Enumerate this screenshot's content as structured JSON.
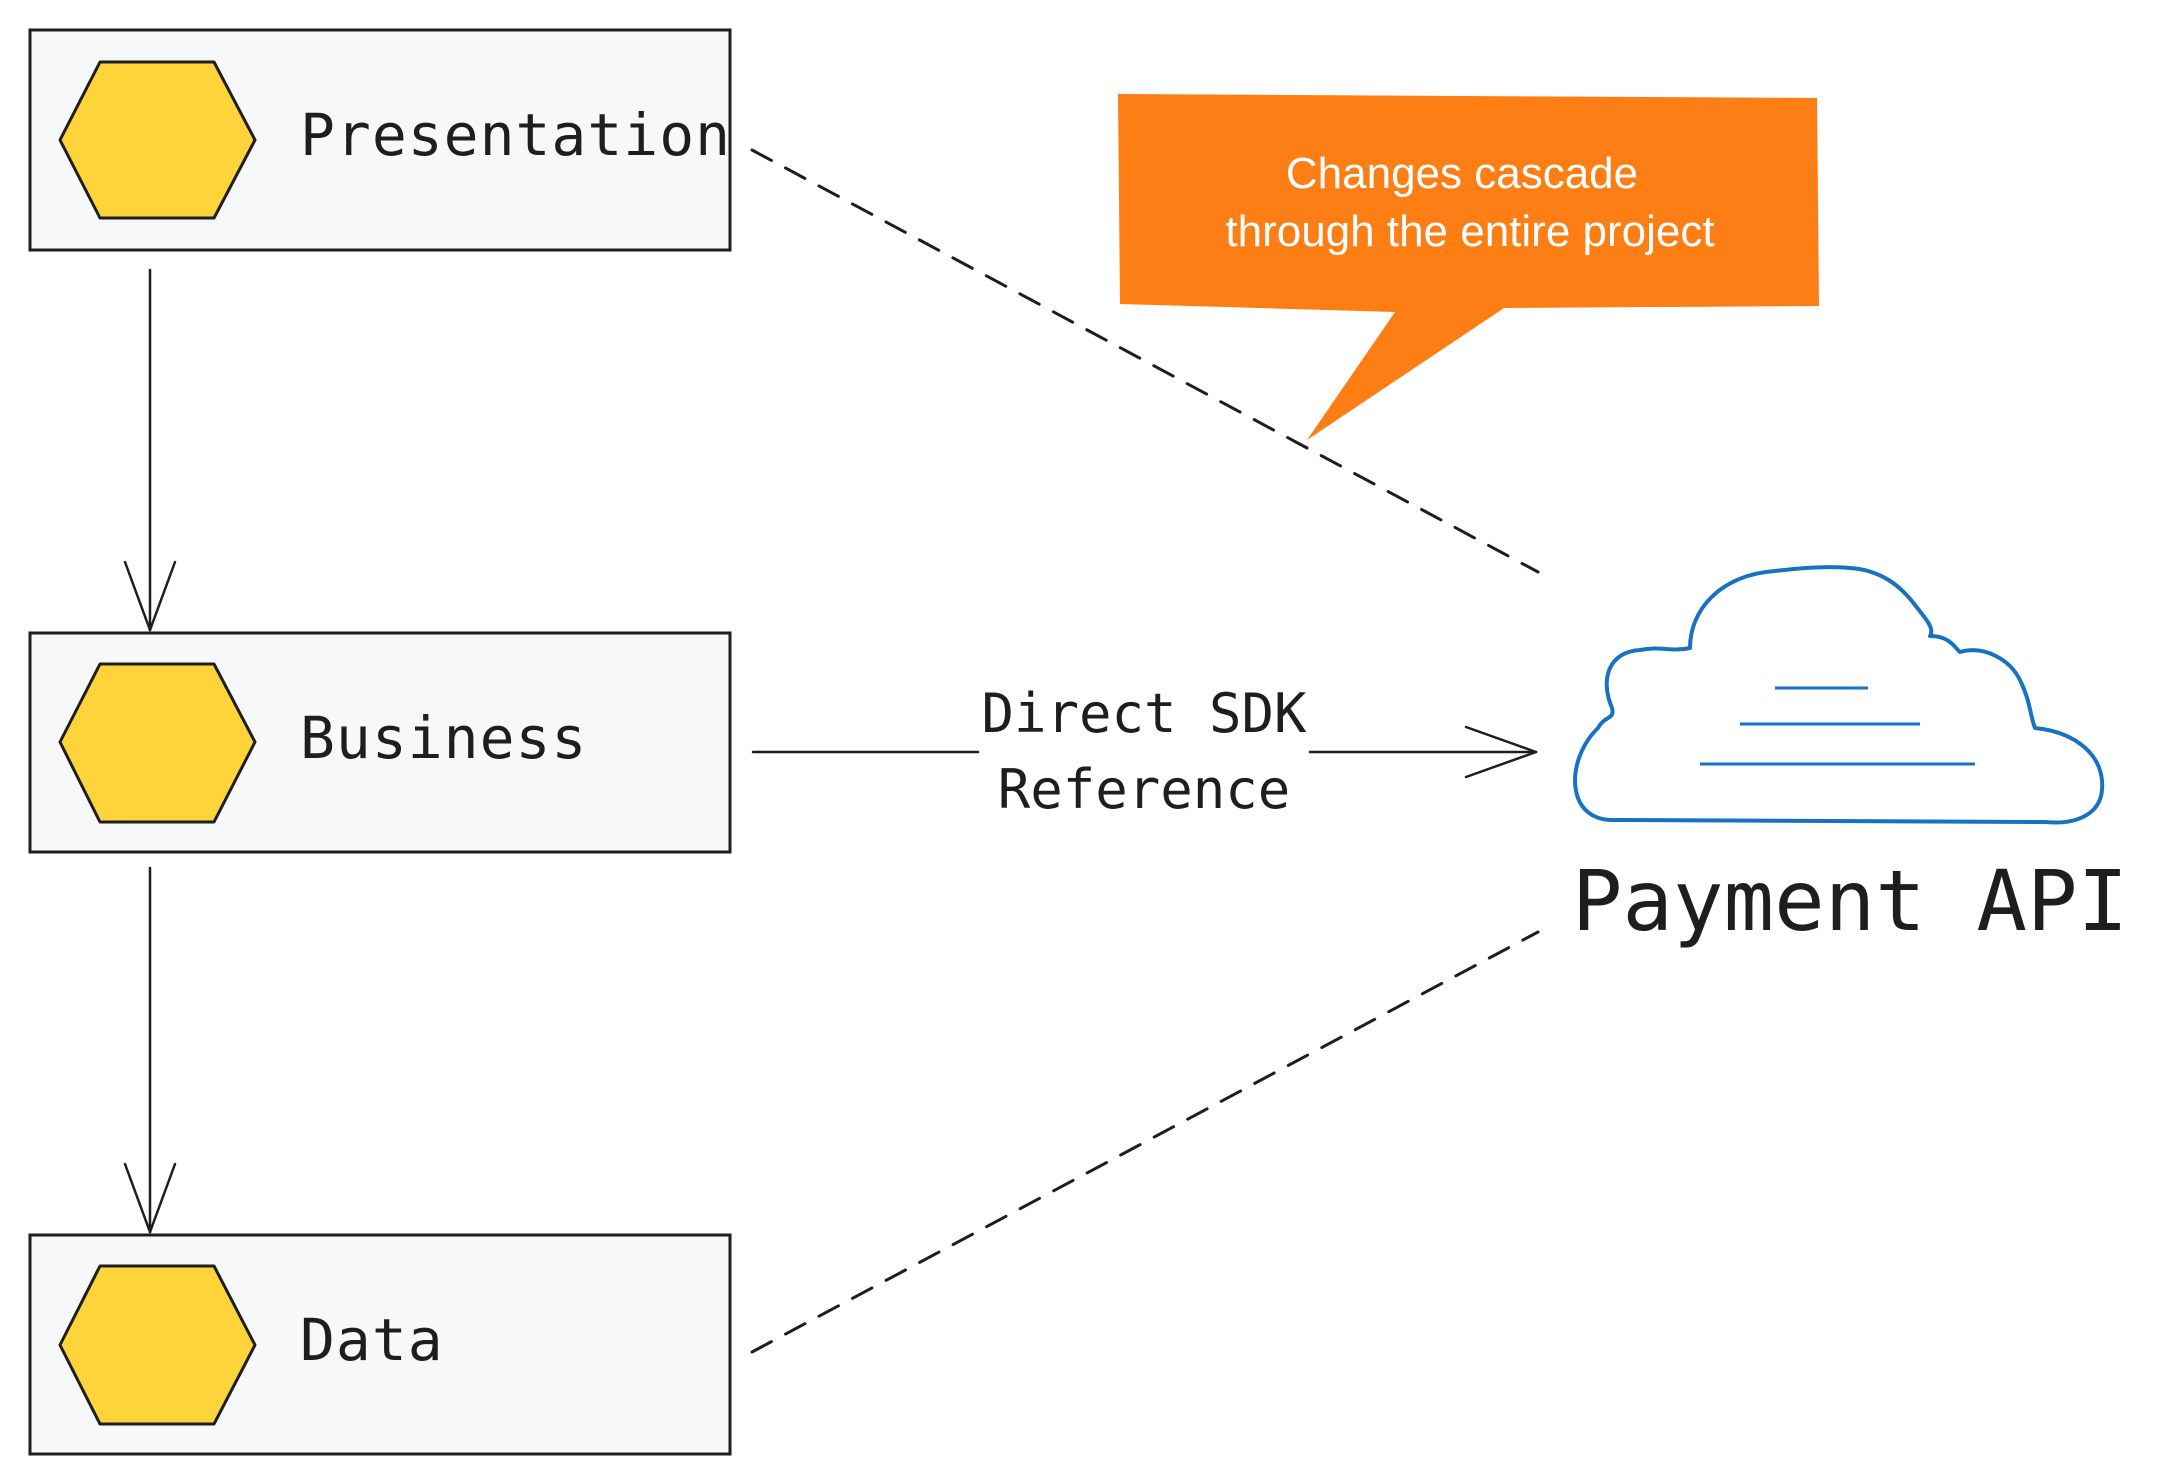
{
  "layers": [
    {
      "label": "Presentation",
      "icon": "hexagon-icon"
    },
    {
      "label": "Business",
      "icon": "hexagon-icon"
    },
    {
      "label": "Data",
      "icon": "hexagon-icon"
    }
  ],
  "external_service": {
    "label": "Payment API",
    "icon": "cloud-icon"
  },
  "edges": {
    "business_to_api": {
      "label_line1": "Direct SDK",
      "label_line2": "Reference"
    }
  },
  "callout": {
    "line1": "Changes cascade",
    "line2": "through the entire project"
  },
  "colors": {
    "hexagon_fill": "#ffd43b",
    "layer_box_fill": "#f6f8fa",
    "cloud_stroke": "#1971c2",
    "callout_fill": "#fd7e14",
    "stroke": "#1e1e1e"
  }
}
